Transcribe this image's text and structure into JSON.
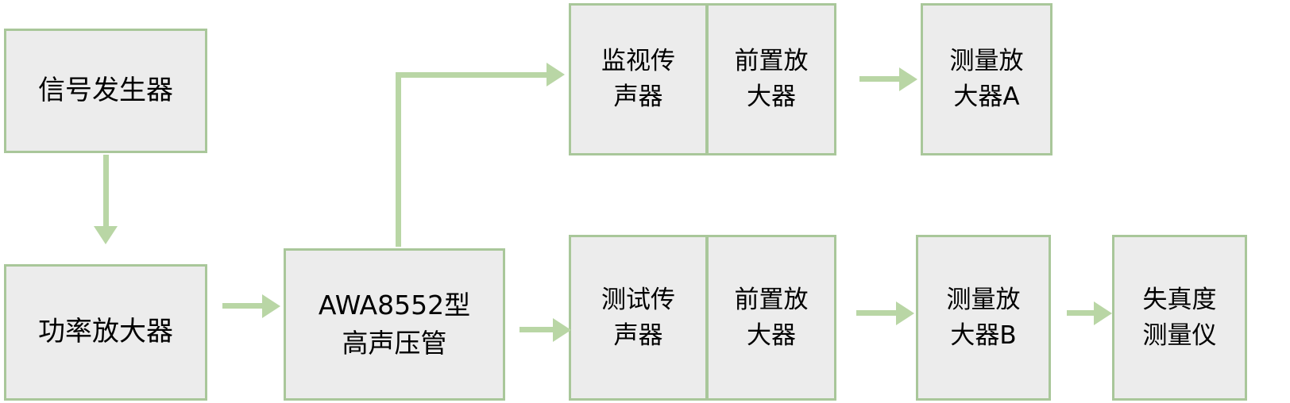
{
  "diagram": {
    "title": "",
    "colors": {
      "node_fill": "#ECECEC",
      "node_border": "#A9C79A",
      "connector": "#B9D6A5",
      "text": "#000000",
      "background": "#FFFFFF"
    },
    "nodes": [
      {
        "id": "signal-generator",
        "line1": "信号发生器",
        "line2": ""
      },
      {
        "id": "power-amplifier",
        "line1": "功率放大器",
        "line2": ""
      },
      {
        "id": "awa8552",
        "line1": "AWA8552型",
        "line2": "高声压管"
      },
      {
        "id": "monitor-mic",
        "line1": "监视传",
        "line2": "声器"
      },
      {
        "id": "preamp-top",
        "line1": "前置放",
        "line2": "大器"
      },
      {
        "id": "meas-amp-a",
        "line1": "测量放",
        "line2": "大器A"
      },
      {
        "id": "test-mic",
        "line1": "测试传",
        "line2": "声器"
      },
      {
        "id": "preamp-bottom",
        "line1": "前置放",
        "line2": "大器"
      },
      {
        "id": "meas-amp-b",
        "line1": "测量放",
        "line2": "大器B"
      },
      {
        "id": "distortion-meter",
        "line1": "失真度",
        "line2": "测量仪"
      }
    ],
    "connectors": [
      {
        "id": "signal-generator-to-power-amplifier",
        "from": "signal-generator",
        "to": "power-amplifier",
        "style": "vertical-arrow-down"
      },
      {
        "id": "power-amplifier-to-awa8552",
        "from": "power-amplifier",
        "to": "awa8552",
        "style": "horizontal-arrow-right"
      },
      {
        "id": "awa8552-to-monitor-mic",
        "from": "awa8552",
        "to": "monitor-mic",
        "style": "elbow-up-right-arrow"
      },
      {
        "id": "awa8552-to-test-mic",
        "from": "awa8552",
        "to": "test-mic",
        "style": "horizontal-arrow-right"
      },
      {
        "id": "preamp-top-to-meas-amp-a",
        "from": "preamp-top",
        "to": "meas-amp-a",
        "style": "horizontal-arrow-right"
      },
      {
        "id": "preamp-bottom-to-meas-amp-b",
        "from": "preamp-bottom",
        "to": "meas-amp-b",
        "style": "horizontal-arrow-right"
      },
      {
        "id": "meas-amp-b-to-distortion-meter",
        "from": "meas-amp-b",
        "to": "distortion-meter",
        "style": "horizontal-arrow-right"
      }
    ]
  }
}
